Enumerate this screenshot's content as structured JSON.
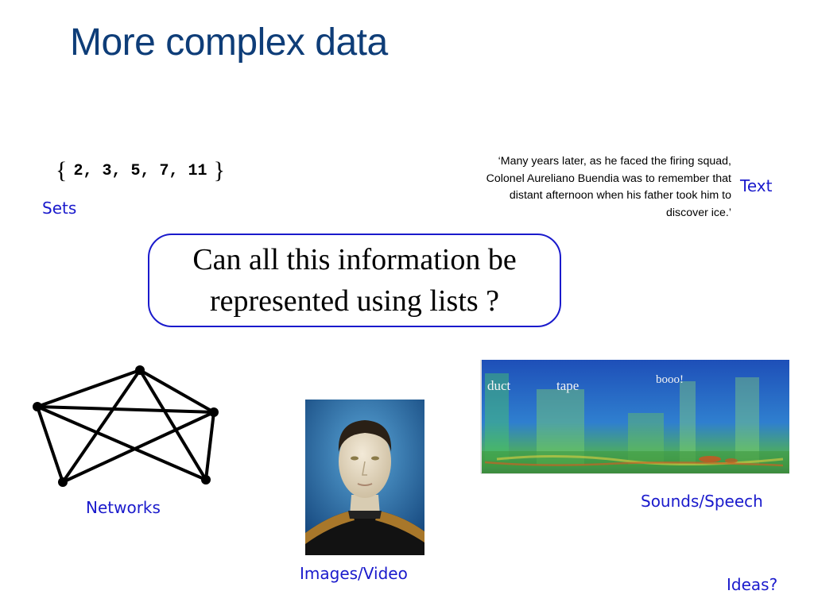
{
  "slide": {
    "title": "More complex data",
    "sets": {
      "open_brace": "{",
      "values": "2, 3, 5, 7, 11",
      "close_brace": "}",
      "label": "Sets"
    },
    "text_example": {
      "lines": [
        "‘Many years later, as he faced the firing squad,",
        "Colonel Aureliano Buendia was to remember that",
        "distant afternoon when his father took him to",
        "discover ice.’"
      ],
      "label": "Text"
    },
    "question": {
      "line1": "Can all this information be",
      "line2": "represented using lists ?"
    },
    "networks": {
      "label": "Networks"
    },
    "images": {
      "label": "Images/Video",
      "icon": "portrait-photo"
    },
    "sounds": {
      "label": "Sounds/Speech",
      "words": [
        "duct",
        "tape",
        "booo!"
      ]
    },
    "ideas": {
      "label": "Ideas?"
    }
  },
  "colors": {
    "title": "#0e3d78",
    "label": "#1a1acc",
    "question_border": "#1a1acc"
  }
}
